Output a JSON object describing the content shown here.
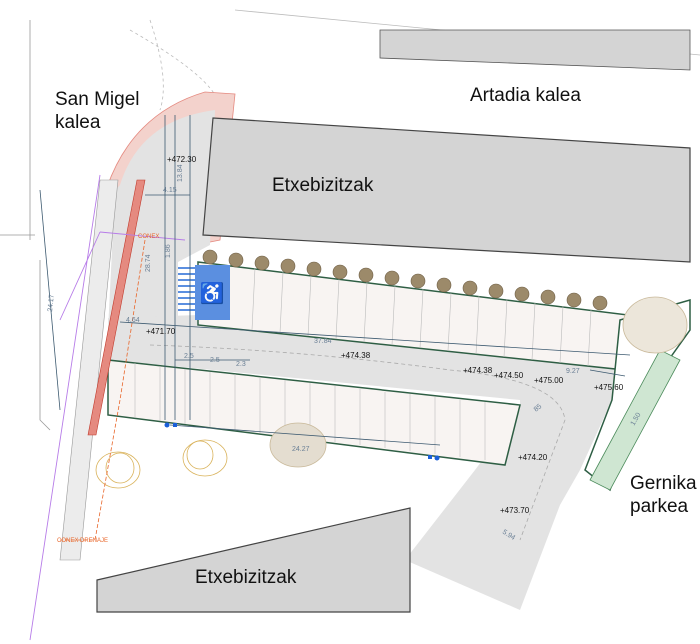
{
  "labels": {
    "street_san_migel_1": "San Migel",
    "street_san_migel_2": "kalea",
    "street_artadia": "Artadia kalea",
    "building_top": "Etxebizitzak",
    "building_bottom": "Etxebizitzak",
    "park_1": "Gernika",
    "park_2": "parkea"
  },
  "elevations": [
    "+472.30",
    "+471.70",
    "+474.38",
    "+474.38",
    "+474.50",
    "+475.00",
    "+475.60",
    "+474.20",
    "+473.70"
  ],
  "dimensions": [
    "4.15",
    "13.84",
    "1.86",
    "28.74",
    "4.64",
    "37.84",
    "2.5",
    "2.5",
    "2.3",
    "9.27",
    "24.17",
    "24.27",
    "5.94",
    "1.50",
    "85"
  ],
  "annotations": {
    "conex": "CONEX",
    "conex_drenaje": "CONEX DRENAJE"
  },
  "colors": {
    "building": "#d4d4d4",
    "road": "#e3e3e3",
    "accessible": "#5b8fe0",
    "curb": "#2e5e44",
    "pedestrian_red": "#e58a80",
    "utility_purple": "#b77ce8"
  }
}
